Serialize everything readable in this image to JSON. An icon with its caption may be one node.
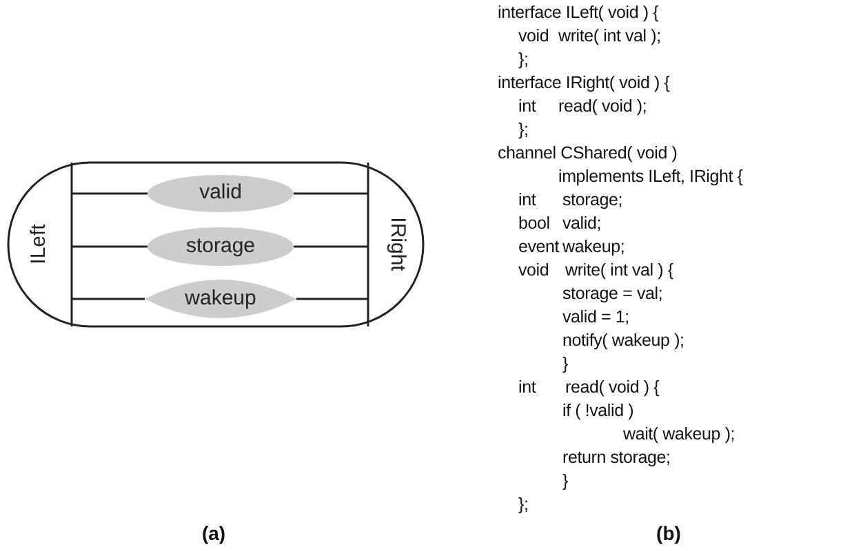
{
  "diagram": {
    "nodes": [
      {
        "text": [],
        "shape": "box"
      },
      {
        "text": [
          "ILeft"
        ],
        "in": 0
      },
      {
        "text": [
          "IRight"
        ],
        "in": 0
      },
      {
        "text": [
          "valid"
        ],
        "in": 0
      },
      {
        "text": [
          "storage"
        ],
        "in": 0
      },
      {
        "text": [
          "wakeup"
        ],
        "in": 0
      }
    ],
    "edges": [
      {
        "from": 1,
        "to": 3,
        "arrow": "none"
      },
      {
        "from": 3,
        "to": 2,
        "arrow": "none"
      },
      {
        "from": 1,
        "to": 4,
        "arrow": "none"
      },
      {
        "from": 4,
        "to": 2,
        "arrow": "none"
      },
      {
        "from": 1,
        "to": 5,
        "arrow": "none"
      },
      {
        "from": 5,
        "to": 2,
        "arrow": "none"
      }
    ],
    "labels": [
      "interface ILeft( void ) {",
      "void",
      "write( int val );",
      "};",
      "interface IRight( void ) {",
      "int",
      "read( void );",
      "};",
      "channel CShared( void )",
      "implements ILeft, IRight {",
      "int",
      "storage;",
      "bool",
      "valid;",
      "event",
      "wakeup;",
      "void",
      "write( int val ) {",
      "storage = val;",
      "valid = 1;",
      "notify( wakeup );",
      "}",
      "int",
      "read( void ) {",
      "if ( !valid )",
      "wait( wakeup );",
      "return storage;",
      "}",
      "};",
      "(a)",
      "(b)"
    ]
  }
}
